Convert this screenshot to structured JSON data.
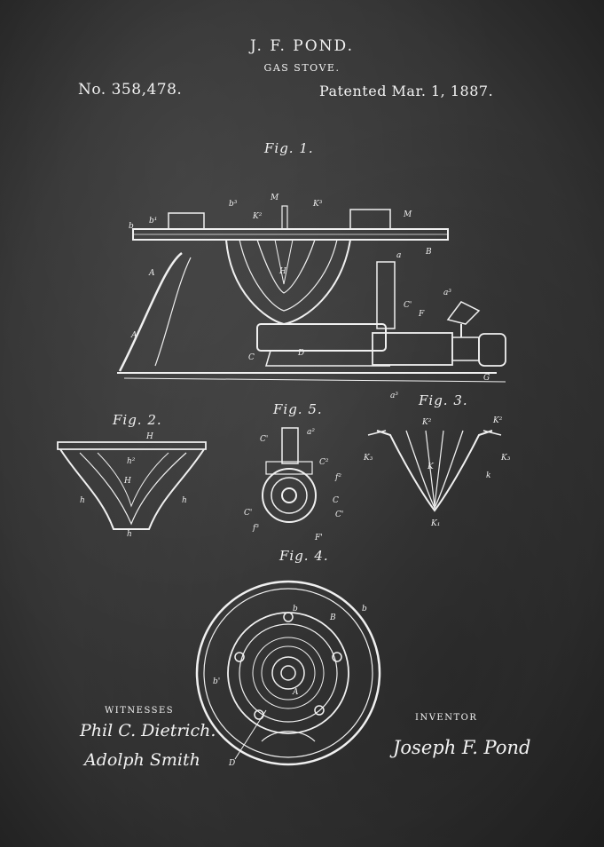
{
  "header": {
    "inventor_name": "J. F. POND.",
    "title": "GAS STOVE.",
    "patent_number": "No. 358,478.",
    "patent_date": "Patented Mar. 1, 1887."
  },
  "figures": {
    "fig1": "Fig. 1.",
    "fig2": "Fig. 2.",
    "fig3": "Fig. 3.",
    "fig4": "Fig. 4.",
    "fig5": "Fig. 5."
  },
  "footer": {
    "witnesses_label": "WITNESSES",
    "witness_signature_1": "Phil C. Dietrich.",
    "witness_signature_2": "Adolph Smith",
    "inventor_label": "INVENTOR",
    "inventor_signature": "Joseph F. Pond"
  },
  "colors": {
    "background": "#3a3a3a",
    "ink": "#f0f0f0"
  }
}
